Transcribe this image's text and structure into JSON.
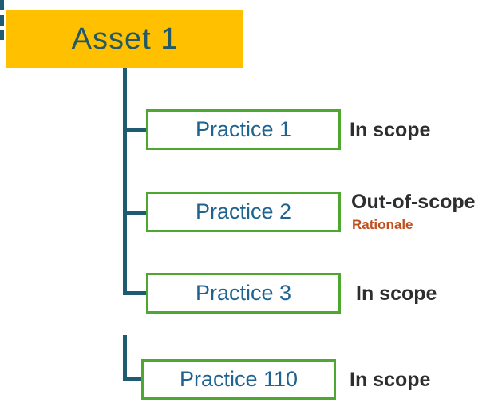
{
  "diagram": {
    "root": {
      "label": "Asset 1"
    },
    "practices": [
      {
        "label": "Practice 1",
        "scope": "In scope"
      },
      {
        "label": "Practice 2",
        "scope": "Out-of-scope",
        "rationale": "Rationale"
      },
      {
        "label": "Practice 3",
        "scope": "In scope"
      },
      {
        "label": "Practice 110",
        "scope": "In scope"
      }
    ],
    "colors": {
      "root_fill": "#FFC000",
      "root_text": "#215968",
      "connector": "#1F5B73",
      "practice_border": "#4EA72E",
      "practice_text": "#1F6391",
      "scope_text": "#2E2E2E",
      "rationale_text": "#C0501F",
      "background": "#FFFFFF"
    }
  }
}
